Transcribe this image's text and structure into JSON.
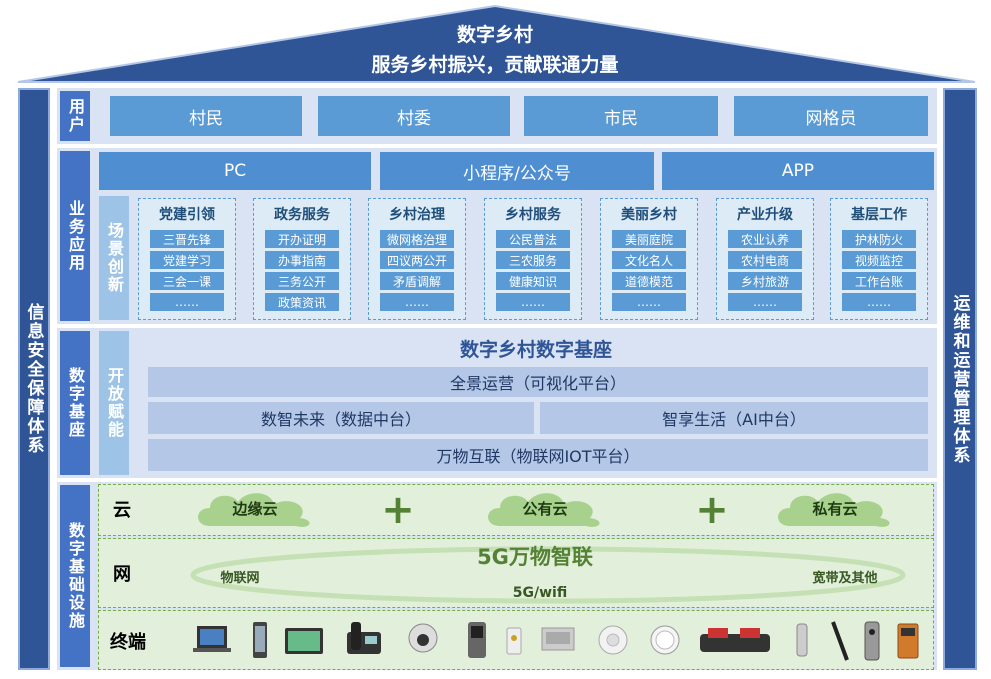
{
  "roof": {
    "title": "数字乡村",
    "subtitle": "服务乡村振兴，贡献联通力量"
  },
  "left_pillar": "信息安全保障体系",
  "right_pillar": "运维和运营管理体系",
  "users": {
    "label": "用户",
    "items": [
      "村民",
      "村委",
      "市民",
      "网格员"
    ]
  },
  "business": {
    "label": "业务应用",
    "channels": [
      "PC",
      "小程序/公众号",
      "APP"
    ],
    "scene_label": "场景创新",
    "cards": [
      {
        "title": "党建引领",
        "items": [
          "三晋先锋",
          "党建学习",
          "三会一课",
          "……"
        ]
      },
      {
        "title": "政务服务",
        "items": [
          "开办证明",
          "办事指南",
          "三务公开",
          "政策资讯"
        ]
      },
      {
        "title": "乡村治理",
        "items": [
          "微网格治理",
          "四议两公开",
          "矛盾调解",
          "……"
        ]
      },
      {
        "title": "乡村服务",
        "items": [
          "公民普法",
          "三农服务",
          "健康知识",
          "……"
        ]
      },
      {
        "title": "美丽乡村",
        "items": [
          "美丽庭院",
          "文化名人",
          "道德模范",
          "……"
        ]
      },
      {
        "title": "产业升级",
        "items": [
          "农业认养",
          "农村电商",
          "乡村旅游",
          "……"
        ]
      },
      {
        "title": "基层工作",
        "items": [
          "护林防火",
          "视频监控",
          "工作台账",
          "……"
        ]
      }
    ]
  },
  "base": {
    "label": "数字基座",
    "open_label": "开放赋能",
    "title": "数字乡村数字基座",
    "panorama": "全景运营（可视化平台）",
    "data_platform": "数智未来（数据中台）",
    "ai_platform": "智享生活（AI中台）",
    "iot_platform": "万物互联（物联网IOT平台）"
  },
  "infra": {
    "label": "数字基础设施",
    "cloud": {
      "label": "云",
      "edge": "边缘云",
      "public": "公有云",
      "private": "私有云",
      "plus": "+"
    },
    "network": {
      "label": "网",
      "title": "5G万物智联",
      "left": "物联网",
      "center": "5G/wifi",
      "right": "宽带及其他"
    },
    "terminal": {
      "label": "终端",
      "devices": [
        "laptop-icon",
        "phone-icon",
        "tablet-icon",
        "desk-phone-icon",
        "dome-camera-icon",
        "intercom-icon",
        "sensor-icon",
        "panel-icon",
        "smoke-detector-icon",
        "light-icon",
        "console-icon",
        "handset-icon",
        "pen-icon",
        "doorbell-icon",
        "meter-icon"
      ]
    }
  },
  "colors": {
    "roof": "#2f5597",
    "pillar": "#2f5597",
    "label_dark": "#4472c4",
    "button": "#5b9bd5",
    "panel": "#dae3f3",
    "green": "#70ad47"
  }
}
